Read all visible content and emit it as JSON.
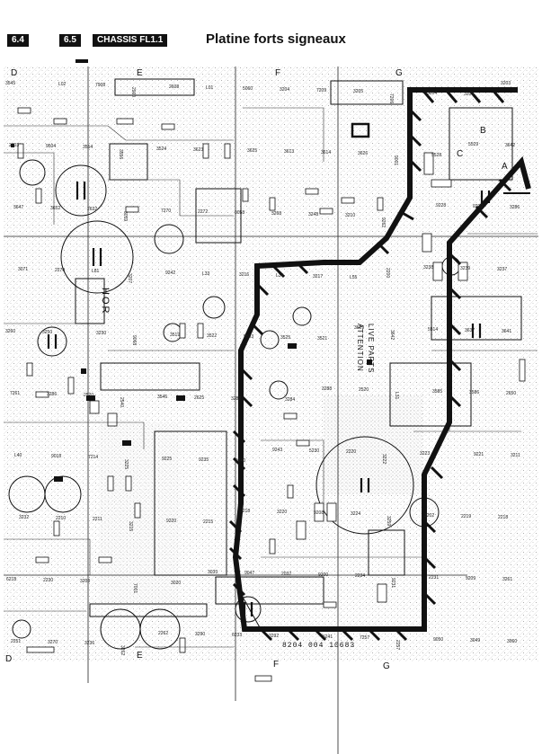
{
  "header": {
    "tag_1": "6.4",
    "tag_2": "6.5",
    "tag_3": "CHASSIS FL1.1",
    "title": "Platine forts signeaux"
  },
  "grid_labels": {
    "top": [
      "D",
      "E",
      "F",
      "G"
    ],
    "bottom": [
      "D",
      "E",
      "F",
      "G"
    ],
    "right_block": [
      "B",
      "C",
      "A"
    ]
  },
  "warning_text": [
    "ATTENTION",
    "LIVE PARTS"
  ],
  "hor_label": "HOR",
  "board_number": "8204 004 10683",
  "components": [
    "3545",
    "L02",
    "7908",
    "2900",
    "2608",
    "L01",
    "5060",
    "3204",
    "7209",
    "3205",
    "7206",
    "3204",
    "3205",
    "3203",
    "2203",
    "9504",
    "3554",
    "3556",
    "3524",
    "3623",
    "3625",
    "3613",
    "3614",
    "3626",
    "9001",
    "5528",
    "5529",
    "3642",
    "3647",
    "3652",
    "2632",
    "3059",
    "7270",
    "2272",
    "9058",
    "3268",
    "3248",
    "3210",
    "9262",
    "9228",
    "9230",
    "3286",
    "3071",
    "2270",
    "L81",
    "3207",
    "9242",
    "L33",
    "3216",
    "L34",
    "3217",
    "L55",
    "2200",
    "3238",
    "3239",
    "3237",
    "3260",
    "3250",
    "3230",
    "9068",
    "3519",
    "3522",
    "9503",
    "3525",
    "3521",
    "3629",
    "3642",
    "5514",
    "3637",
    "3641",
    "7261",
    "3286",
    "2520",
    "2540",
    "3546",
    "2625",
    "3282",
    "3284",
    "3288",
    "2520",
    "L31",
    "3585",
    "3586",
    "2650",
    "L40",
    "9018",
    "7214",
    "3225",
    "9225",
    "9235",
    "9240",
    "9243",
    "5230",
    "2220",
    "3222",
    "3223",
    "9221",
    "3211",
    "3232",
    "2210",
    "2211",
    "3215",
    "9220",
    "2215",
    "3218",
    "3220",
    "9208",
    "3224",
    "3259",
    "3202",
    "2219",
    "2218",
    "6218",
    "2230",
    "3208",
    "7001",
    "3020",
    "3033",
    "9047",
    "2032",
    "9200",
    "2234",
    "9231",
    "2231",
    "9209",
    "3261",
    "2251",
    "3270",
    "3236",
    "3262",
    "2262",
    "3290",
    "6233",
    "3292",
    "6241",
    "7257",
    "2257",
    "9050",
    "3049",
    "3060"
  ]
}
